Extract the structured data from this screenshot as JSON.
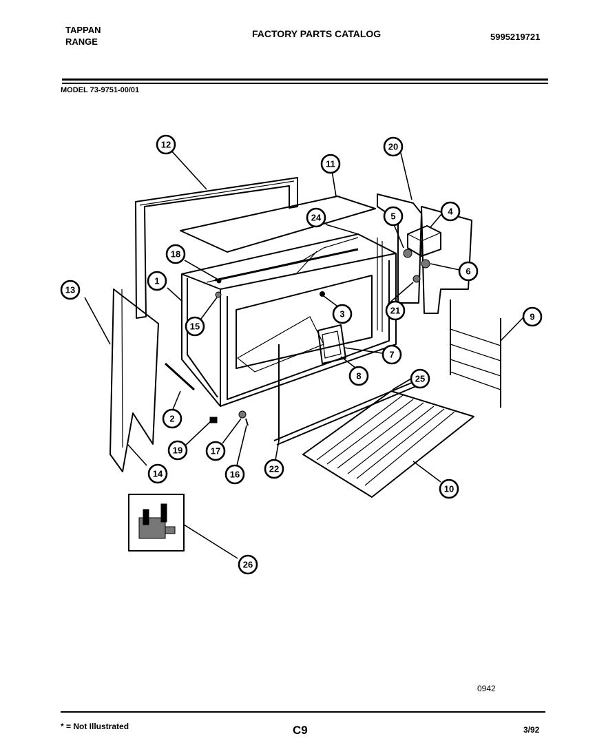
{
  "header": {
    "brand_line1": "TAPPAN",
    "brand_line2": "RANGE",
    "catalog_title": "FACTORY PARTS CATALOG",
    "catalog_number": "5995219721",
    "model": "MODEL 73-9751-00/01"
  },
  "diagram": {
    "callouts": [
      "1",
      "2",
      "3",
      "4",
      "5",
      "6",
      "7",
      "8",
      "9",
      "10",
      "11",
      "12",
      "13",
      "14",
      "15",
      "16",
      "17",
      "18",
      "19",
      "20",
      "21",
      "22",
      "24",
      "25",
      "26"
    ],
    "drawing_code": "0942"
  },
  "footer": {
    "note": "* = Not Illustrated",
    "page_label": "C9",
    "date": "3/92"
  }
}
